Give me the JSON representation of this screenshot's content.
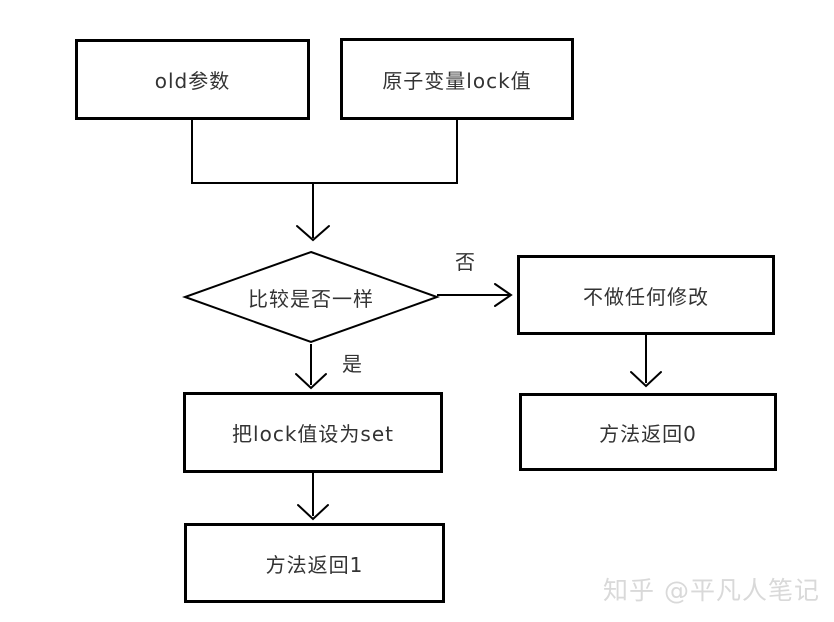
{
  "nodes": {
    "old_param": "old参数",
    "atomic_lock": "原子变量lock值",
    "compare": "比较是否一样",
    "no_modify": "不做任何修改",
    "return_0": "方法返回0",
    "set_lock": "把lock值设为set",
    "return_1": "方法返回1"
  },
  "edge_labels": {
    "no": "否",
    "yes": "是"
  },
  "watermark": {
    "text": "知乎 @平凡人笔记"
  },
  "colors": {
    "line": "#000000",
    "text": "#333333",
    "watermark": "#d9d9d9",
    "background": "#ffffff"
  }
}
